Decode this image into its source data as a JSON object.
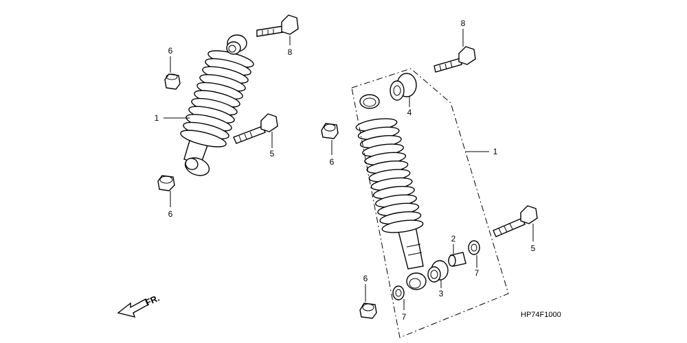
{
  "callouts": {
    "shock_left": "1",
    "shock_right": "1",
    "collar_2": "2",
    "bearing_3": "3",
    "bushing_4": "4",
    "bolt_5_left": "5",
    "bolt_5_right": "5",
    "nut_6_left_top": "6",
    "nut_6_left_bottom": "6",
    "nut_6_center": "6",
    "nut_6_bottom": "6",
    "seal_7_right": "7",
    "seal_7_bottom": "7",
    "bolt_8_top": "8",
    "bolt_8_right": "8"
  },
  "direction_label": "FR.",
  "diagram_code": "HP74F1000"
}
